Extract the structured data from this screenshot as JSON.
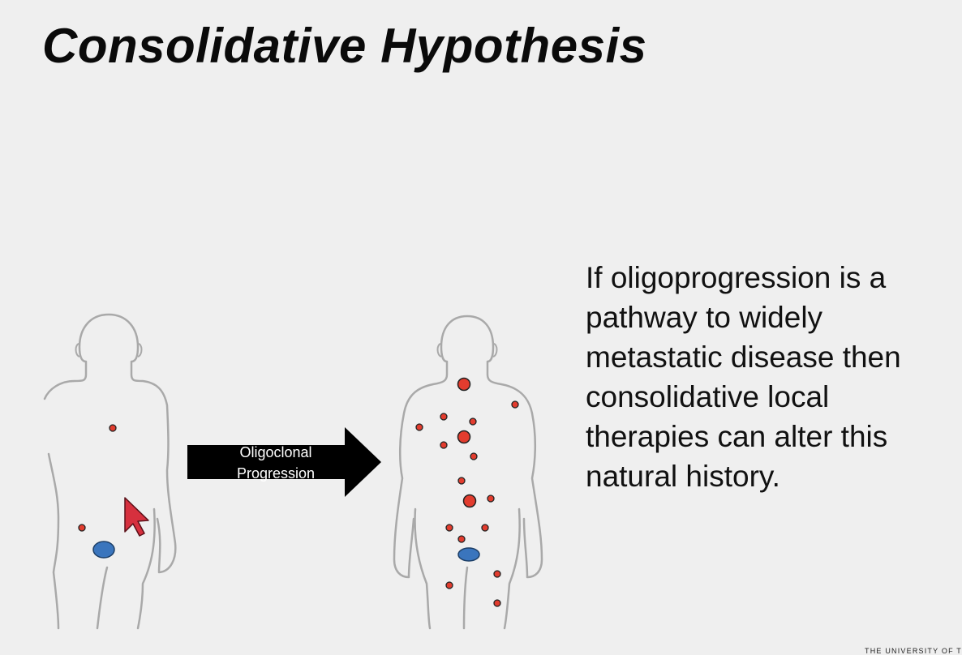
{
  "slide": {
    "title": "Consolidative Hypothesis",
    "arrow_label_line1": "Oligoclonal",
    "arrow_label_line2": "Progression",
    "body_text": "If oligoprogression is a pathway to widely metastatic disease then consolidative local therapies can alter this natural history.",
    "footer": "THE UNIVERSITY OF T"
  },
  "colors": {
    "background": "#efefef",
    "metastasis_red": "#e23c2e",
    "primary_tumor_blue": "#3a75bd",
    "arrow_fill": "#000000",
    "cursor_red": "#d6303e"
  },
  "icons": {
    "cursor": "mouse-pointer-icon"
  }
}
